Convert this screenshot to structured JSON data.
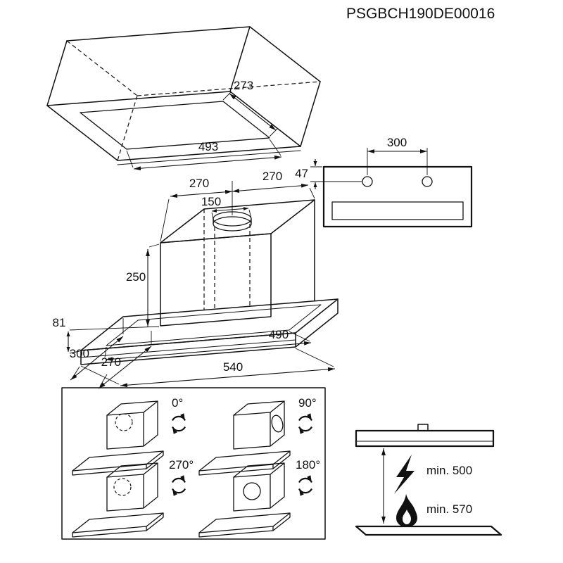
{
  "title": "PSGBCH190DE00016",
  "cabinet_view": {
    "cutout_depth": "273",
    "cutout_width": "493"
  },
  "front_view": {
    "hole_spacing": "300",
    "hole_top_offset": "47"
  },
  "hood_view": {
    "duct_offset_left": "270",
    "duct_offset_right": "270",
    "duct_diameter": "150",
    "body_height": "250",
    "visor_height": "81",
    "depth_outer": "300",
    "depth_inner": "270",
    "width_inner": "490",
    "width_outer": "540"
  },
  "rotation_panel": {
    "angles": [
      "0°",
      "90°",
      "270°",
      "180°"
    ]
  },
  "clearance_view": {
    "electric_min": "min. 500",
    "gas_min": "min. 570"
  }
}
